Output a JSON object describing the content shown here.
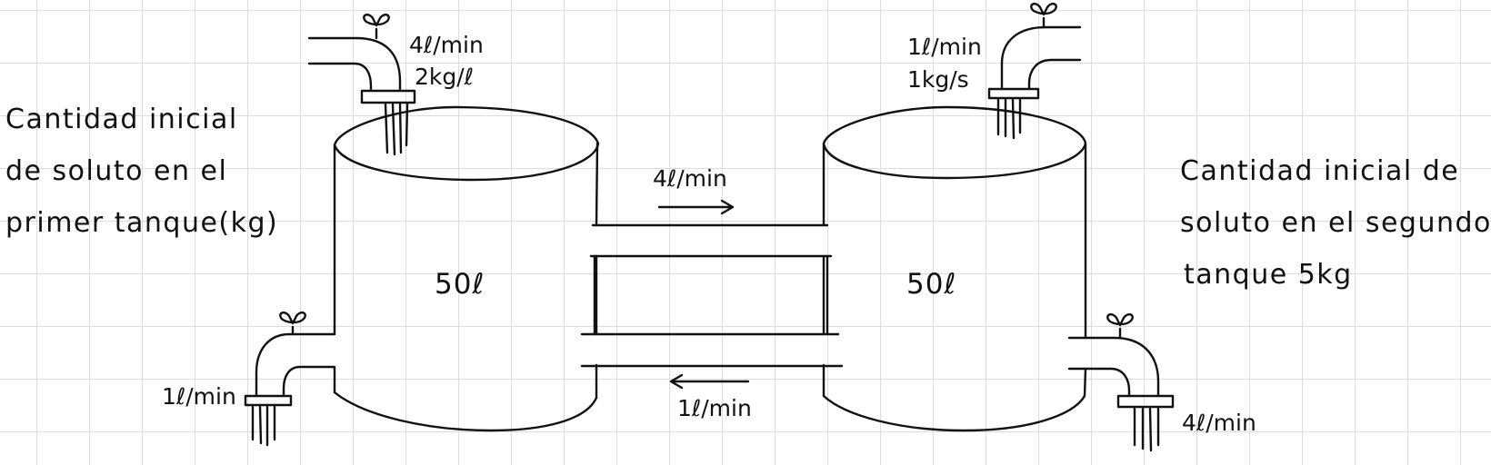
{
  "left_note": {
    "lines": [
      "Cantidad inicial",
      "de soluto en el",
      "primer tanque(kg)"
    ]
  },
  "right_note": {
    "lines": [
      "Cantidad inicial de",
      "soluto en el segundo",
      "tanque 5kg"
    ]
  },
  "tank1": {
    "volume": "50ℓ",
    "inlet_rate": "4ℓ/min",
    "inlet_concentration": "2kg/ℓ",
    "outlet_rate": "1ℓ/min"
  },
  "tank2": {
    "volume": "50ℓ",
    "inlet_rate": "1ℓ/min",
    "inlet_concentration": "1kg/s",
    "outlet_rate": "4ℓ/min"
  },
  "pipes": {
    "top_flow": "4ℓ/min",
    "top_direction": "right",
    "bottom_flow": "1ℓ/min",
    "bottom_direction": "left"
  }
}
